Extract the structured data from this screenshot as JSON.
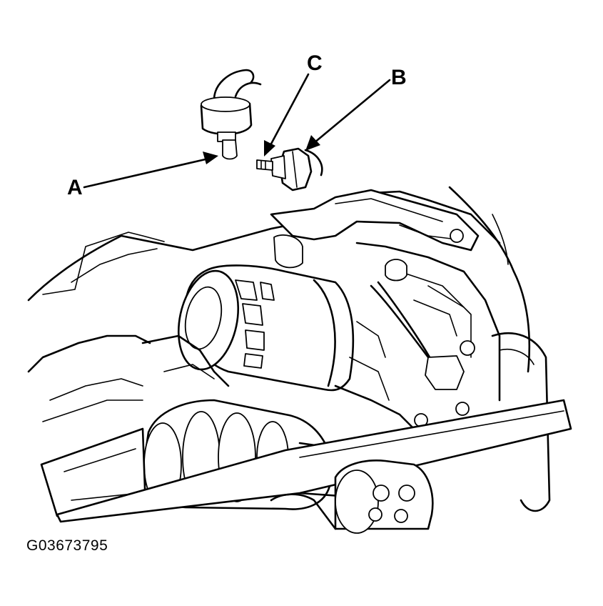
{
  "callouts": {
    "a": "A",
    "b": "B",
    "c": "C"
  },
  "figure_id": "G03673795",
  "colors": {
    "line": "#000000",
    "background": "#ffffff"
  }
}
